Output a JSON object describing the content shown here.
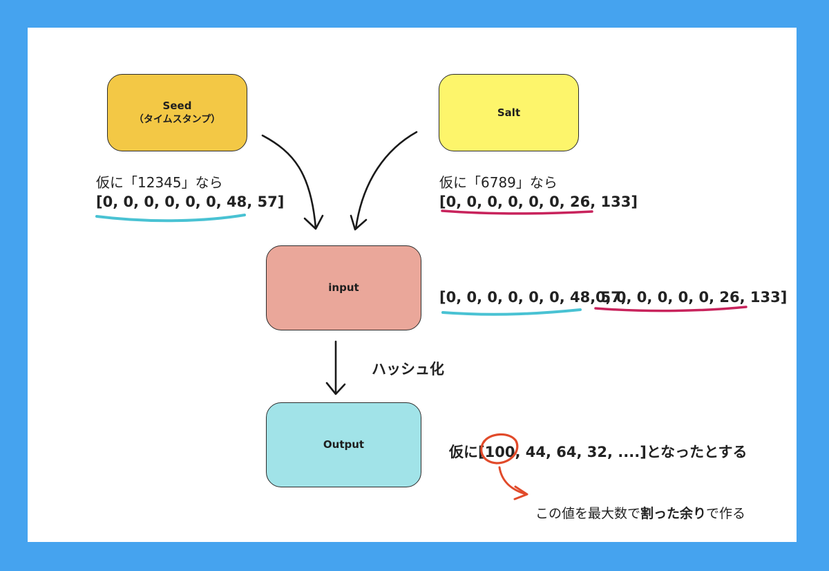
{
  "colors": {
    "frame": "#45a3ef",
    "seed": "#f3c845",
    "salt": "#fdf56b",
    "input": "#eaa79a",
    "output": "#a1e3e8",
    "cyan_underline": "#49c2d3",
    "magenta_underline": "#c8235c",
    "highlight_circle": "#e14a2a"
  },
  "nodes": {
    "seed": {
      "line1": "Seed",
      "line2": "（タイムスタンプ）"
    },
    "salt": {
      "label": "Salt"
    },
    "input": {
      "label": "input"
    },
    "output": {
      "label": "Output"
    }
  },
  "seed_note": {
    "text": "仮に「12345」なら",
    "array": "[0, 0, 0, 0, 0, 0, 48, 57]"
  },
  "salt_note": {
    "text": "仮に「6789」なら",
    "array": "[0, 0, 0, 0, 0, 0, 26, 133]"
  },
  "input_array": {
    "part1": "[0, 0, 0, 0, 0, 0, 48, 57,",
    "part2": "0, 0, 0, 0, 0, 0, 26, 133]"
  },
  "hash_label": "ハッシュ化",
  "output_note": {
    "prefix": "仮に[",
    "highlight": "100,",
    "rest": "44, 64, 32, ....]となったとする"
  },
  "remainder_note": {
    "part1": "この値を最大数で",
    "part2": "割った余り",
    "part3": "で作る"
  },
  "icons": [
    "arrow-icon",
    "circle-highlight"
  ]
}
